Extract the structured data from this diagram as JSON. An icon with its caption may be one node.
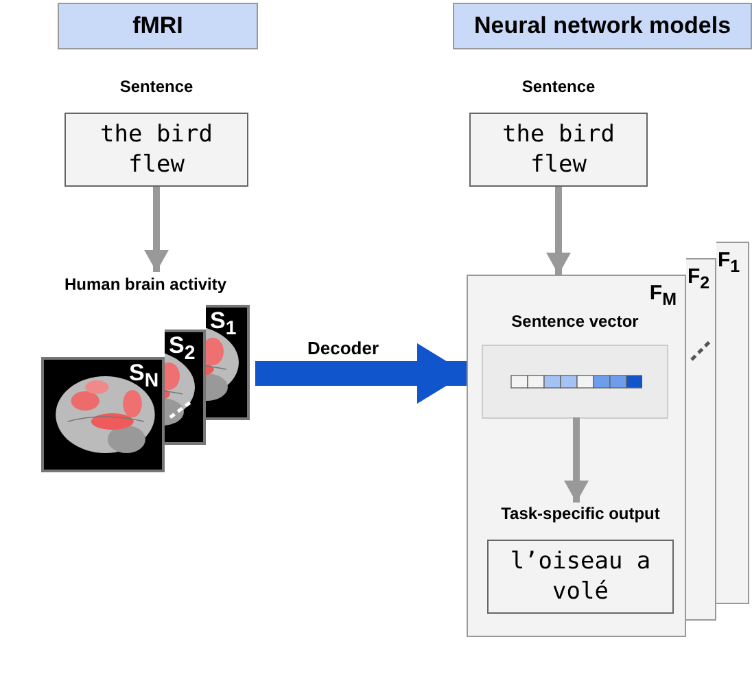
{
  "diagram": {
    "nodes": [
      {
        "text": [
          "fMRI"
        ]
      },
      {
        "text": [
          "Neural network models"
        ]
      },
      {
        "text": [
          "Sentence",
          "the bird flew"
        ]
      },
      {
        "text": [
          "Human brain activity"
        ]
      },
      {
        "text": [],
        "shape": "picture",
        "in": 3
      },
      {
        "text": [],
        "shape": "picture",
        "in": 3
      },
      {
        "text": [],
        "shape": "picture",
        "in": 3
      },
      {
        "text": [
          "Sentence",
          "the bird flew"
        ]
      },
      {
        "text": [
          "F$_{1}$"
        ]
      },
      {
        "text": [
          "F$_{2}$"
        ]
      },
      {
        "text": [
          "F$_{M}$"
        ]
      },
      {
        "text": [
          "Sentence vector"
        ],
        "in": 10
      },
      {
        "text": [
          "Task-specific output",
          "l’oiseau a volé"
        ],
        "in": 10
      }
    ],
    "edges": [
      {
        "from": 2,
        "to": 3,
        "arrow": "to"
      },
      {
        "from": 7,
        "to": 10,
        "arrow": "to"
      },
      {
        "from": 3,
        "to": 10,
        "arrow": "to",
        "label": "Decoder",
        "style": "thick",
        "color": "#1155cc"
      },
      {
        "from": 11,
        "to": 12,
        "arrow": "to"
      }
    ],
    "labels": [
      "S$_{1}$",
      "S$_{2}$",
      "S$_{N}$"
    ]
  }
}
